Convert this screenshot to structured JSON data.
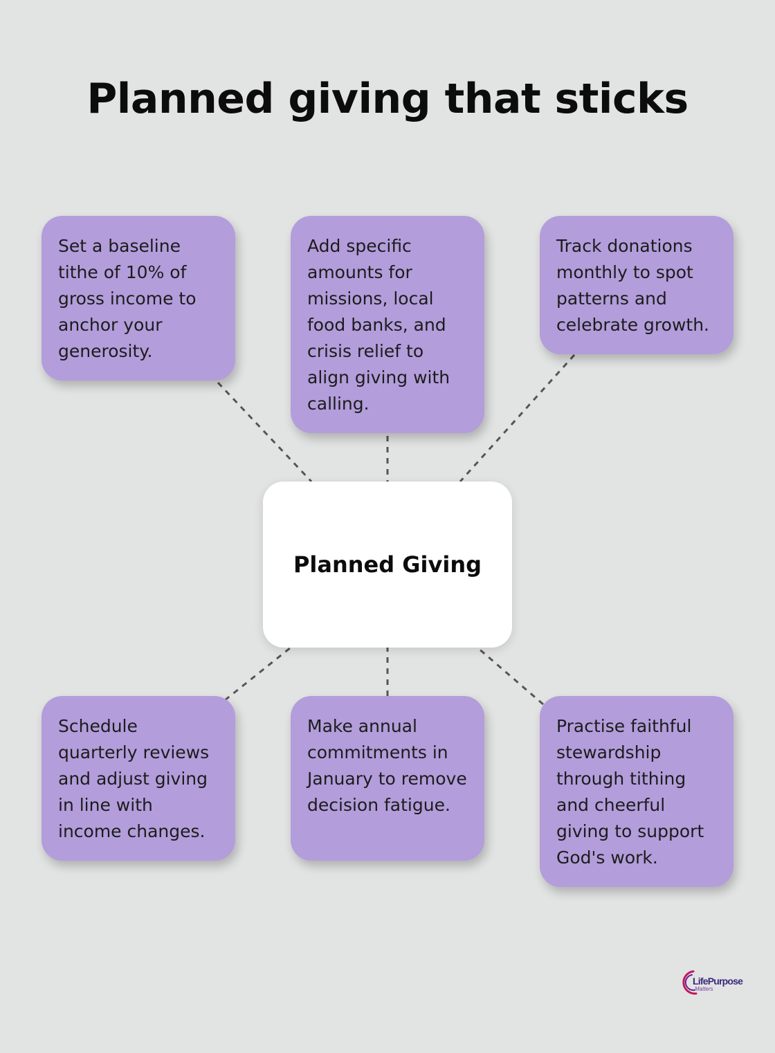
{
  "title": "Planned giving that sticks",
  "center": {
    "label": "Planned Giving"
  },
  "cards": [
    "Set a baseline tithe of 10% of gross income to anchor your generosity.",
    "Add specific amounts for missions, local food banks, and crisis relief to align giving with calling.",
    "Track donations monthly to spot patterns and celebrate growth.",
    "Schedule quarterly reviews and adjust giving in line with income changes.",
    "Make annual commitments in January to remove decision fatigue.",
    "Practise faithful stewardship through tithing and cheerful giving to support God's work."
  ],
  "logo": {
    "text": "LifePurpose",
    "sub": "Matters"
  },
  "colors": {
    "background": "#e2e3e3",
    "card": "#b39ddb",
    "center": "#ffffff",
    "connector": "#555555"
  }
}
